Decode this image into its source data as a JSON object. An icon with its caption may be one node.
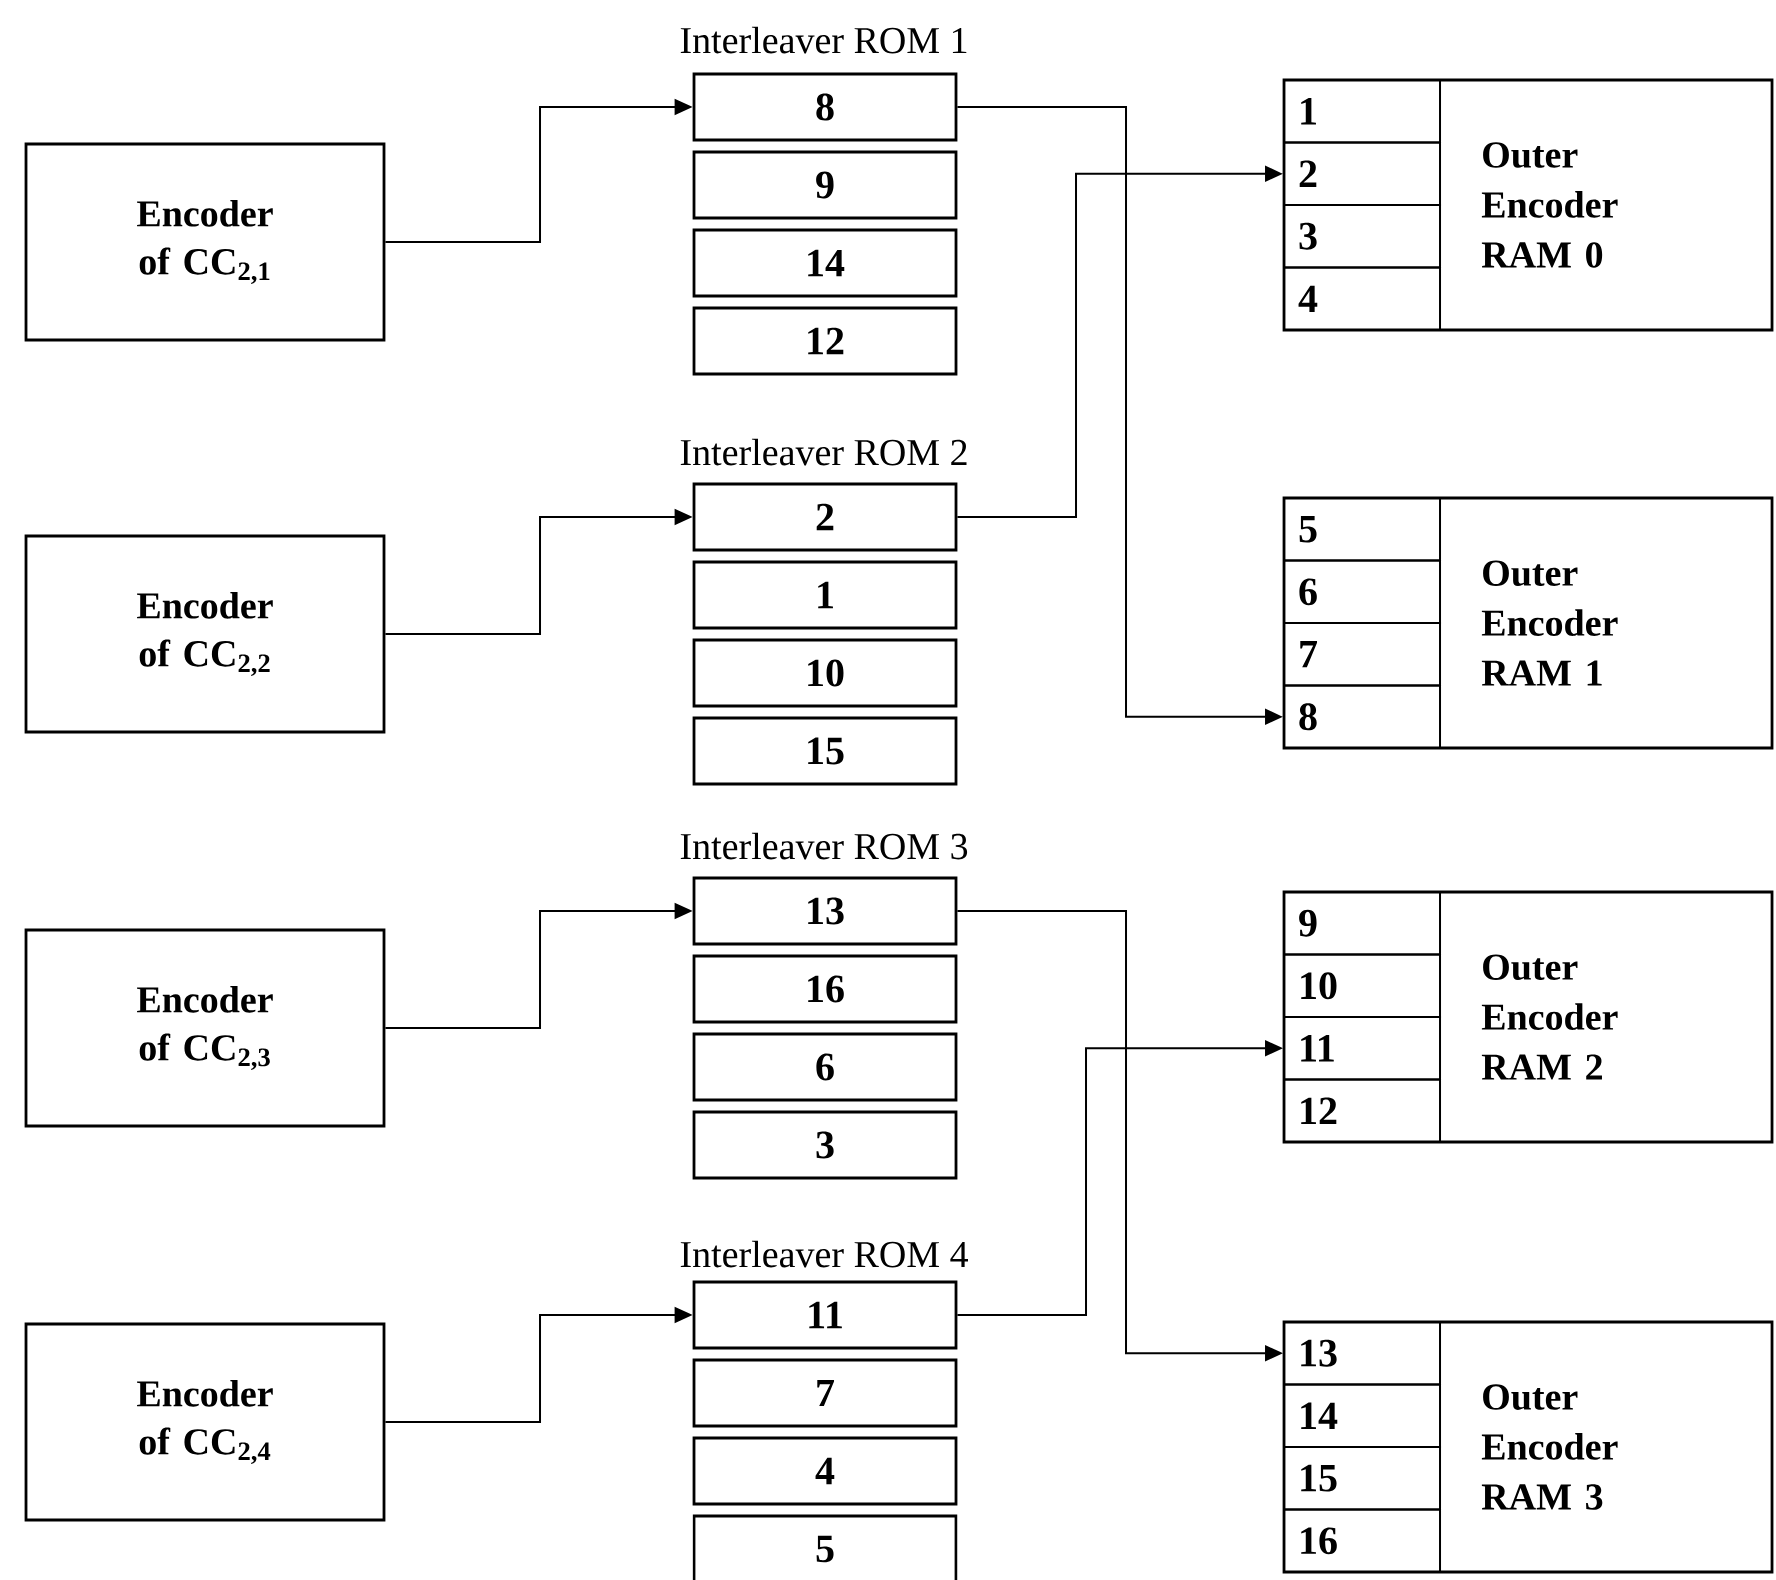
{
  "diagram": {
    "nodes": [
      {
        "text": [
          "Encoder of CC$_{2,1}$"
        ]
      },
      {
        "text": [
          "8"
        ]
      },
      {
        "text": [
          "9"
        ]
      },
      {
        "text": [
          "14"
        ]
      },
      {
        "text": [
          "12"
        ]
      },
      {
        "text": [
          "Outer Encoder RAM 0"
        ]
      },
      {
        "text": [
          "1"
        ],
        "in": 5
      },
      {
        "text": [
          "2"
        ],
        "in": 5
      },
      {
        "text": [
          "3"
        ],
        "in": 5
      },
      {
        "text": [
          "4"
        ],
        "in": 5
      },
      {
        "text": [
          "Encoder of CC$_{2,2}$"
        ]
      },
      {
        "text": [
          "2"
        ]
      },
      {
        "text": [
          "1"
        ]
      },
      {
        "text": [
          "10"
        ]
      },
      {
        "text": [
          "15"
        ]
      },
      {
        "text": [
          "Outer Encoder RAM 1"
        ]
      },
      {
        "text": [
          "5"
        ],
        "in": 15
      },
      {
        "text": [
          "6"
        ],
        "in": 15
      },
      {
        "text": [
          "7"
        ],
        "in": 15
      },
      {
        "text": [
          "8"
        ],
        "in": 15
      },
      {
        "text": [
          "Encoder of CC$_{2,3}$"
        ]
      },
      {
        "text": [
          "13"
        ]
      },
      {
        "text": [
          "16"
        ]
      },
      {
        "text": [
          "6"
        ]
      },
      {
        "text": [
          "3"
        ]
      },
      {
        "text": [
          "Outer Encoder RAM 2"
        ]
      },
      {
        "text": [
          "9"
        ],
        "in": 25
      },
      {
        "text": [
          "10"
        ],
        "in": 25
      },
      {
        "text": [
          "11"
        ],
        "in": 25
      },
      {
        "text": [
          "12"
        ],
        "in": 25
      },
      {
        "text": [
          "Encoder of CC$_{2,4}$"
        ]
      },
      {
        "text": [
          "11"
        ]
      },
      {
        "text": [
          "7"
        ]
      },
      {
        "text": [
          "4"
        ]
      },
      {
        "text": [
          "5"
        ]
      },
      {
        "text": [
          "Outer Encoder RAM 3"
        ]
      },
      {
        "text": [
          "13"
        ],
        "in": 35
      },
      {
        "text": [
          "14"
        ],
        "in": 35
      },
      {
        "text": [
          "15"
        ],
        "in": 35
      },
      {
        "text": [
          "16"
        ],
        "in": 35
      }
    ],
    "edges": [
      {
        "from": 0,
        "to": 1,
        "arrow": "to"
      },
      {
        "from": 10,
        "to": 11,
        "arrow": "to"
      },
      {
        "from": 20,
        "to": 21,
        "arrow": "to"
      },
      {
        "from": 30,
        "to": 31,
        "arrow": "to"
      },
      {
        "from": 1,
        "to": 19,
        "arrow": "to"
      },
      {
        "from": 11,
        "to": 7,
        "arrow": "to"
      },
      {
        "from": 21,
        "to": 36,
        "arrow": "to"
      },
      {
        "from": 31,
        "to": 28,
        "arrow": "to"
      }
    ],
    "labels": [
      "Interleaver ROM 1",
      "Interleaver ROM 2",
      "Interleaver ROM 3",
      "Interleaver ROM 4"
    ]
  }
}
